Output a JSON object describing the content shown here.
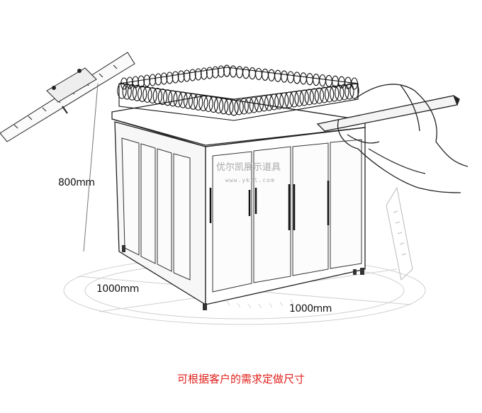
{
  "dimensions": {
    "height": "800mm",
    "depth": "1000mm",
    "width": "1000mm"
  },
  "watermark": {
    "text": "优尔凯展示道具",
    "url": "www.ykzl.com"
  },
  "caption": "可根据客户的需求定做尺寸"
}
